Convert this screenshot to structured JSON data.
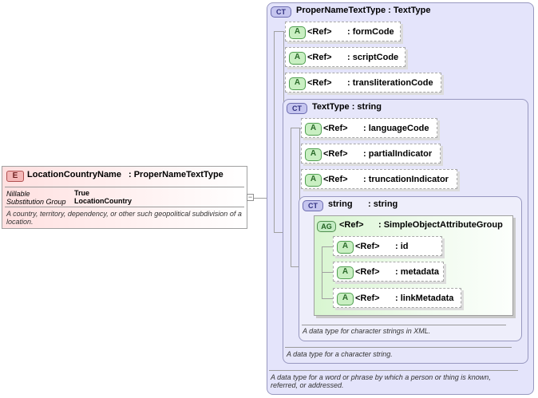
{
  "element": {
    "badge": "E",
    "name": "LocationCountryName",
    "type": ": ProperNameTextType",
    "props": [
      {
        "label": "Nillable",
        "value": "True"
      },
      {
        "label": "Substitution Group",
        "value": "LocationCountry"
      }
    ],
    "description": "A country, territory, dependency, or other such geopolitical subdivision of a location.",
    "expander": "−"
  },
  "ct_proper": {
    "badge": "CT",
    "title": "ProperNameTextType : TextType",
    "attributes": [
      {
        "badge": "A",
        "ref": "<Ref>",
        "name": ": formCode"
      },
      {
        "badge": "A",
        "ref": "<Ref>",
        "name": ": scriptCode"
      },
      {
        "badge": "A",
        "ref": "<Ref>",
        "name": ": transliterationCode"
      }
    ],
    "description": "A data type for a word or phrase by which a person or thing is known, referred, or addressed."
  },
  "ct_text": {
    "badge": "CT",
    "title": "TextType : string",
    "attributes": [
      {
        "badge": "A",
        "ref": "<Ref>",
        "name": ": languageCode"
      },
      {
        "badge": "A",
        "ref": "<Ref>",
        "name": ": partialIndicator"
      },
      {
        "badge": "A",
        "ref": "<Ref>",
        "name": ": truncationIndicator"
      }
    ],
    "description": "A data type for a character string."
  },
  "ct_string": {
    "badge": "CT",
    "title": "string",
    "title_type": ": string",
    "description": "A data type for character strings in XML."
  },
  "attr_group": {
    "badge": "AG",
    "ref": "<Ref>",
    "name": ": SimpleObjectAttributeGroup",
    "attributes": [
      {
        "badge": "A",
        "ref": "<Ref>",
        "name": ": id"
      },
      {
        "badge": "A",
        "ref": "<Ref>",
        "name": ": metadata"
      },
      {
        "badge": "A",
        "ref": "<Ref>",
        "name": ": linkMetadata"
      }
    ]
  }
}
